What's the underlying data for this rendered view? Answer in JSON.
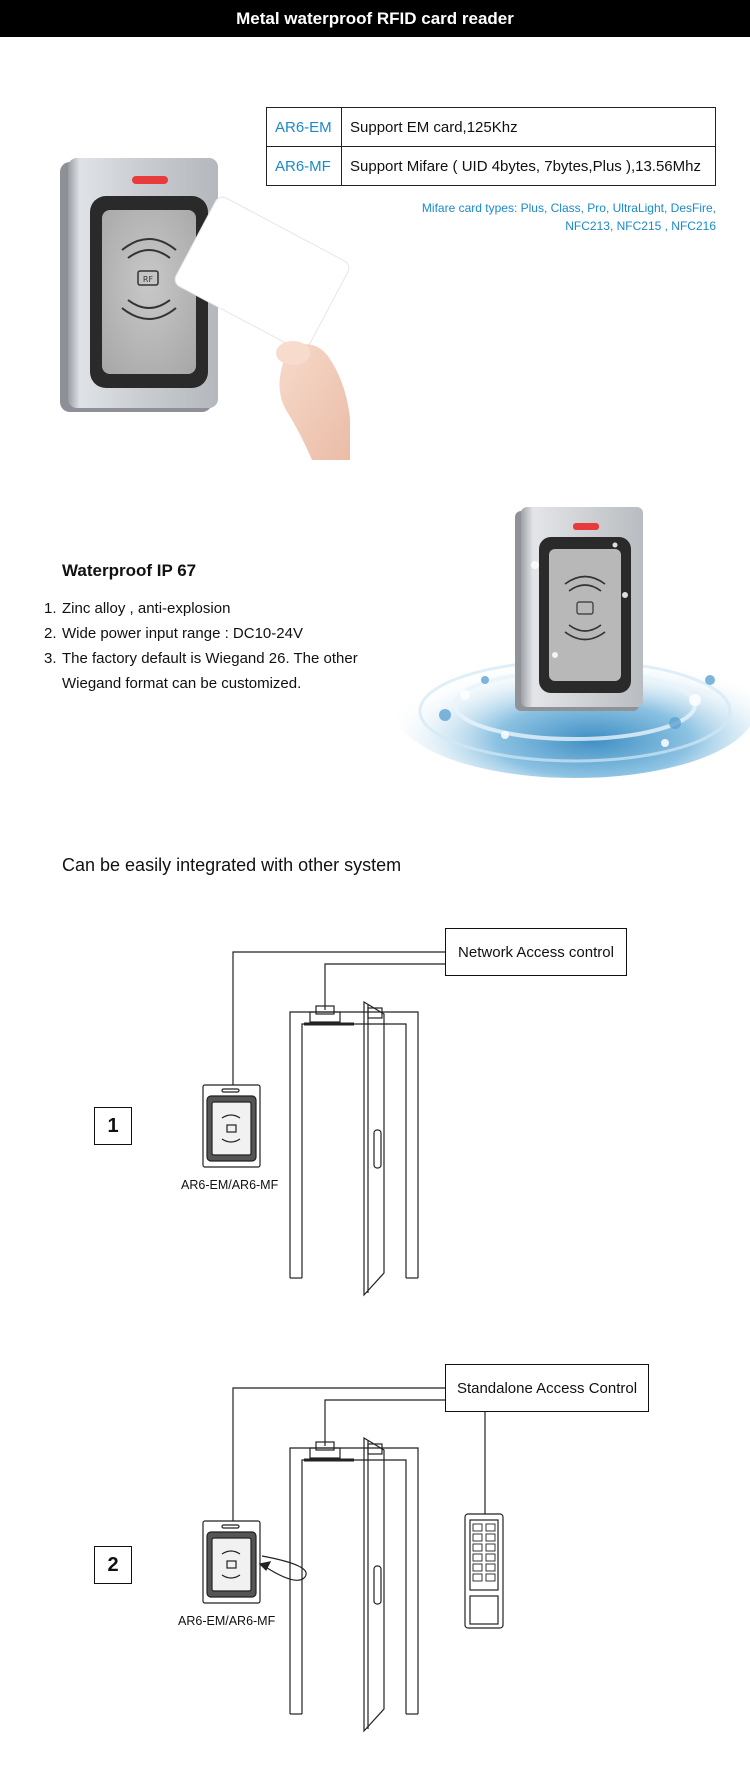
{
  "header": {
    "title": "Metal waterproof RFID card reader"
  },
  "spec_table": {
    "rows": [
      {
        "model": "AR6-EM",
        "desc": "Support EM card,125Khz"
      },
      {
        "model": "AR6-MF",
        "desc": "Support Mifare ( UID 4bytes, 7bytes,Plus ),13.56Mhz"
      }
    ],
    "note_line1": "Mifare card types: Plus, Class, Pro, UltraLight, DesFire,",
    "note_line2": "NFC213, NFC215 , NFC216"
  },
  "reader_badge": "RF",
  "waterproof": {
    "title": "Waterproof IP 67",
    "items": [
      {
        "num": "1.",
        "text": "Zinc alloy , anti-explosion"
      },
      {
        "num": "2.",
        "text": "Wide power input range : DC10-24V"
      },
      {
        "num": "3.",
        "text": "The factory default is Wiegand 26. The other Wiegand format can be customized."
      }
    ]
  },
  "integration": {
    "heading": "Can be easily integrated with other system",
    "diagram1": {
      "number": "1",
      "controller": "Network Access control",
      "reader_label": "AR6-EM/AR6-MF"
    },
    "diagram2": {
      "number": "2",
      "controller": "Standalone Access Control",
      "reader_label": "AR6-EM/AR6-MF"
    }
  },
  "colors": {
    "accent": "#1a8ac8",
    "header_bg": "#000000",
    "led": "#e83b3b"
  }
}
